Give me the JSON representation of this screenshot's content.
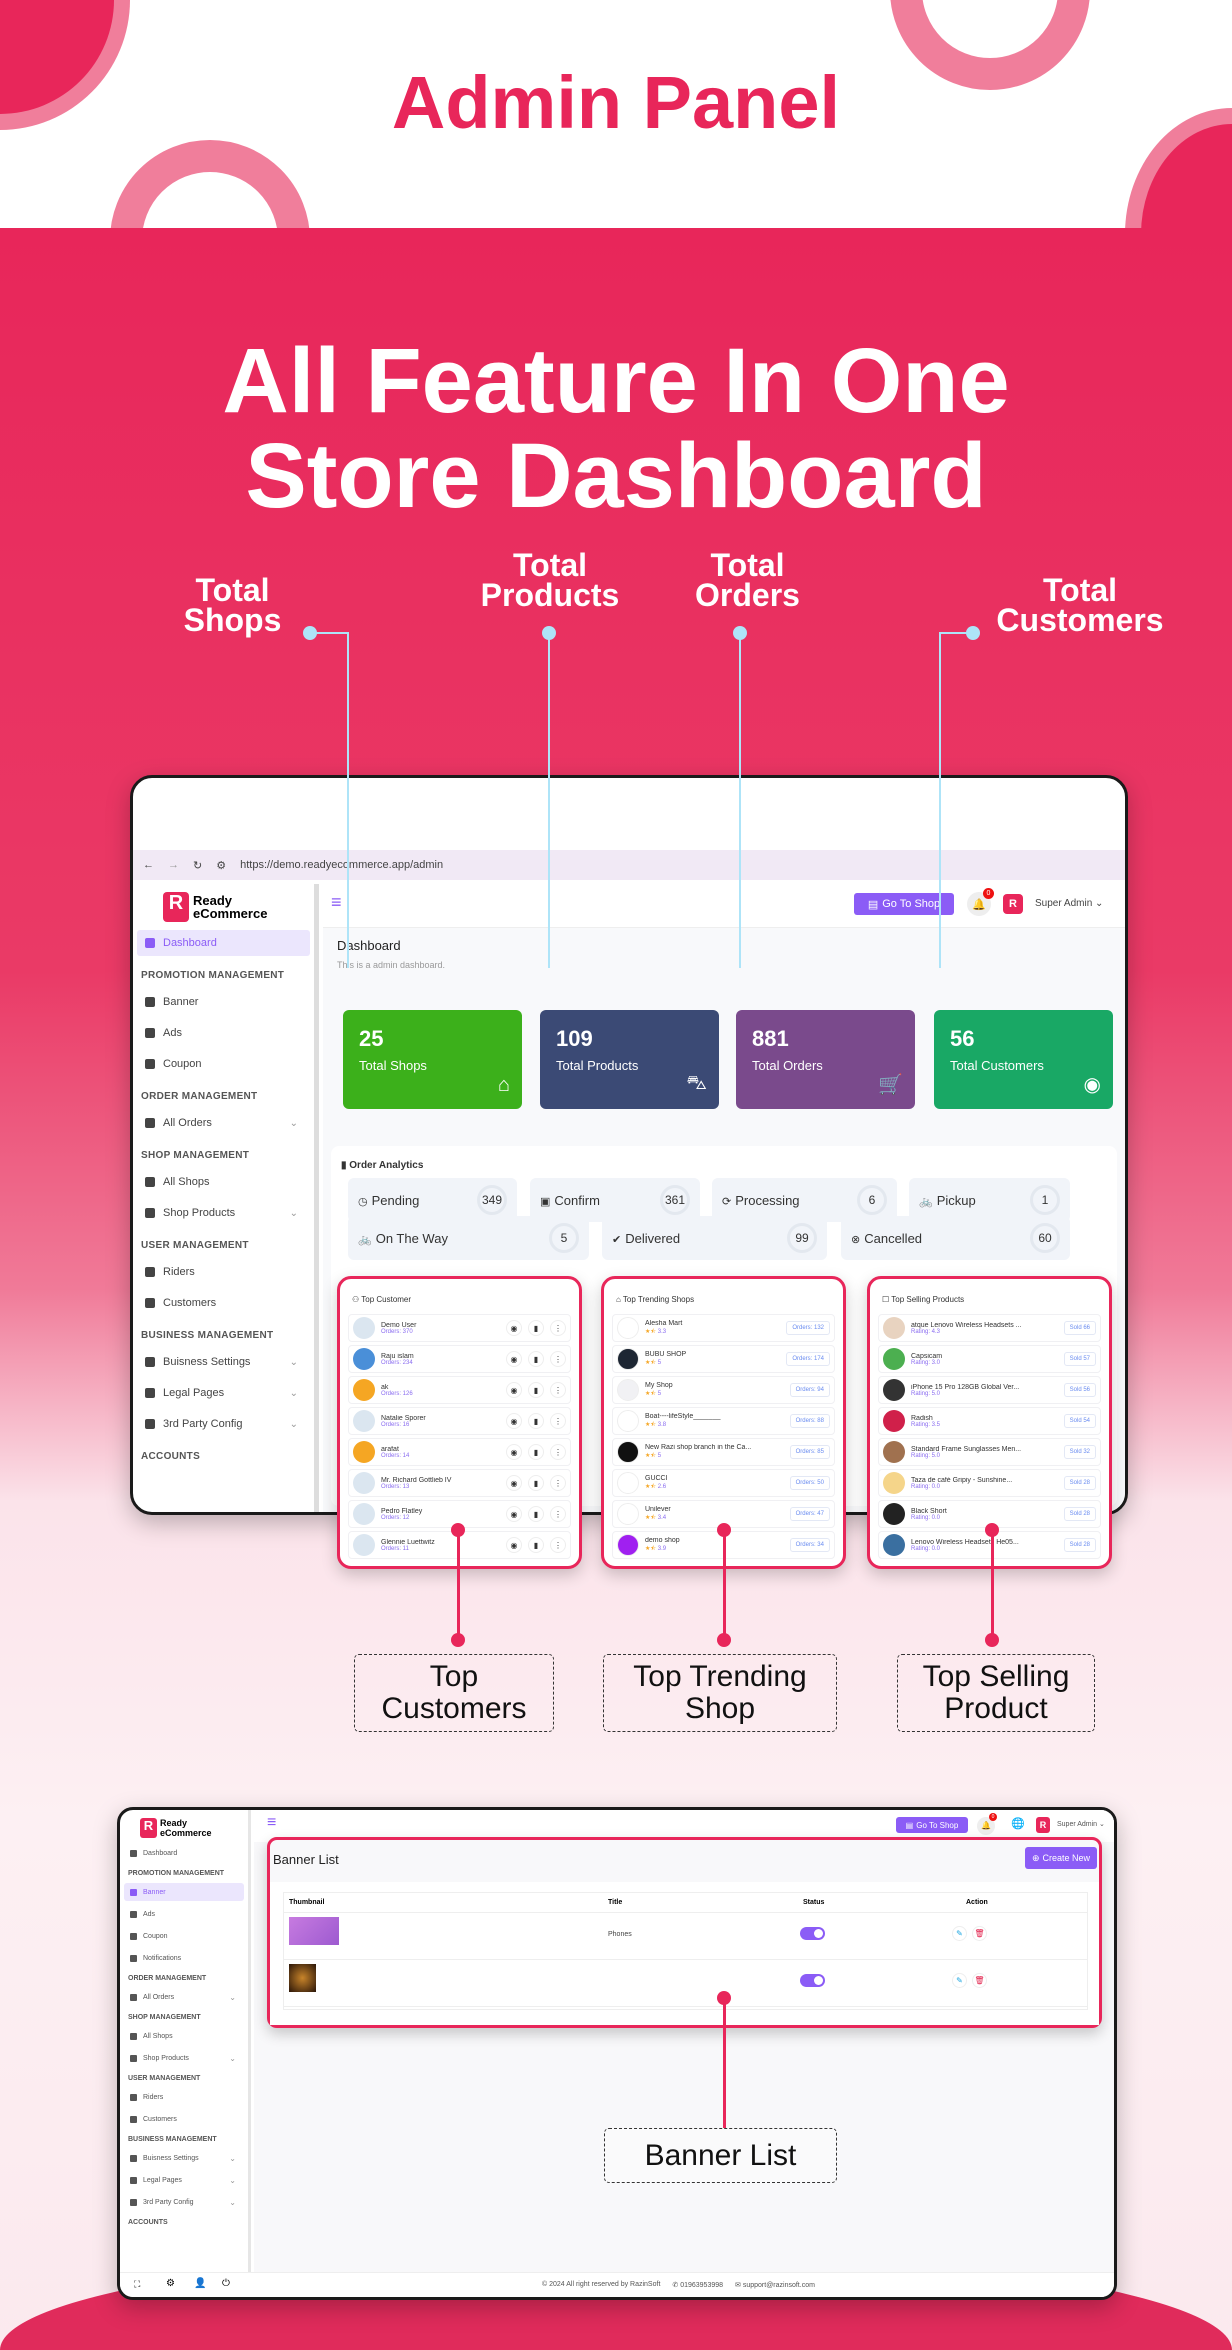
{
  "poster": {
    "heading": "Admin Panel",
    "hero_line1": "All Feature In One",
    "hero_line2": "Store Dashboard",
    "callouts": {
      "shops": [
        "Total",
        "Shops"
      ],
      "products": [
        "Total",
        "Products"
      ],
      "orders": [
        "Total",
        "Orders"
      ],
      "customers": [
        "Total",
        "Customers"
      ]
    },
    "labels": {
      "top_customers": [
        "Top",
        "Customers"
      ],
      "top_trending": [
        "Top Trending",
        "Shop"
      ],
      "top_selling": [
        "Top Selling",
        "Product"
      ],
      "banner_list": "Banner List"
    },
    "colors": {
      "brand": "#e8265a",
      "accent": "#8b5cf6"
    }
  },
  "browser": {
    "url": "https://demo.readyecommerce.app/admin"
  },
  "brand": {
    "line1": "Ready",
    "line2": "eCommerce"
  },
  "header": {
    "go_to_shop": "Go To Shop",
    "notif_count": "0",
    "user": "Super Admin"
  },
  "sidebar": [
    {
      "type": "item",
      "label": "Dashboard",
      "active": true,
      "icon": "home-icon"
    },
    {
      "type": "head",
      "label": "PROMOTION MANAGEMENT"
    },
    {
      "type": "item",
      "label": "Banner",
      "icon": "image-icon"
    },
    {
      "type": "item",
      "label": "Ads",
      "icon": "ads-icon"
    },
    {
      "type": "item",
      "label": "Coupon",
      "icon": "ticket-icon"
    },
    {
      "type": "head",
      "label": "ORDER MANAGEMENT"
    },
    {
      "type": "item",
      "label": "All Orders",
      "icon": "cart-icon",
      "chev": true
    },
    {
      "type": "head",
      "label": "SHOP MANAGEMENT"
    },
    {
      "type": "item",
      "label": "All Shops",
      "icon": "store-icon"
    },
    {
      "type": "item",
      "label": "Shop Products",
      "icon": "basket-icon",
      "chev": true
    },
    {
      "type": "head",
      "label": "USER MANAGEMENT"
    },
    {
      "type": "item",
      "label": "Riders",
      "icon": "bike-icon"
    },
    {
      "type": "item",
      "label": "Customers",
      "icon": "user-icon"
    },
    {
      "type": "head",
      "label": "BUSINESS MANAGEMENT"
    },
    {
      "type": "item",
      "label": "Buisness Settings",
      "icon": "gear-icon",
      "chev": true
    },
    {
      "type": "item",
      "label": "Legal Pages",
      "icon": "bookmark-icon",
      "chev": true
    },
    {
      "type": "item",
      "label": "3rd Party Config",
      "icon": "config-icon",
      "chev": true
    },
    {
      "type": "head",
      "label": "ACCOUNTS"
    }
  ],
  "dashboard": {
    "title": "Dashboard",
    "subtitle": "This is a admin dashboard.",
    "stats": [
      {
        "value": "25",
        "label": "Total Shops",
        "color": "#3cb01b",
        "icon": "store-icon"
      },
      {
        "value": "109",
        "label": "Total Products",
        "color": "#3b4a75",
        "icon": "basket-icon"
      },
      {
        "value": "881",
        "label": "Total Orders",
        "color": "#7a4a8c",
        "icon": "cart-check-icon"
      },
      {
        "value": "56",
        "label": "Total Customers",
        "color": "#19a865",
        "icon": "user-circle-icon"
      }
    ],
    "analytics_title": "Order Analytics",
    "statuses": [
      {
        "label": "Pending",
        "count": "349",
        "icon": "clock-icon"
      },
      {
        "label": "Confirm",
        "count": "361",
        "icon": "bag-check-icon"
      },
      {
        "label": "Processing",
        "count": "6",
        "icon": "refresh-icon"
      },
      {
        "label": "Pickup",
        "count": "1",
        "icon": "bike-icon"
      },
      {
        "label": "On The Way",
        "count": "5",
        "icon": "bike-icon"
      },
      {
        "label": "Delivered",
        "count": "99",
        "icon": "check-badge-icon"
      },
      {
        "label": "Cancelled",
        "count": "60",
        "icon": "x-circle-icon"
      }
    ]
  },
  "top_customers": {
    "title": "Top Customer",
    "rows": [
      {
        "name": "Demo User",
        "orders": "Orders: 370"
      },
      {
        "name": "Raju islam",
        "orders": "Orders: 234"
      },
      {
        "name": "ak",
        "orders": "Orders: 126"
      },
      {
        "name": "Natalie Sporer",
        "orders": "Orders: 16"
      },
      {
        "name": "arafat",
        "orders": "Orders: 14"
      },
      {
        "name": "Mr. Richard Gottlieb IV",
        "orders": "Orders: 13"
      },
      {
        "name": "Pedro Flatley",
        "orders": "Orders: 12"
      },
      {
        "name": "Glennie Luettwitz",
        "orders": "Orders: 11"
      }
    ]
  },
  "top_shops": {
    "title": "Top Trending Shops",
    "rows": [
      {
        "name": "Alesha Mart",
        "rating": "3.3",
        "orders": "Orders: 132"
      },
      {
        "name": "BUBU SHOP",
        "rating": "5",
        "orders": "Orders: 174"
      },
      {
        "name": "My Shop",
        "rating": "5",
        "orders": "Orders: 94"
      },
      {
        "name": "Boat----lifeStyle_______",
        "rating": "3.8",
        "orders": "Orders: 88"
      },
      {
        "name": "New Razi shop branch in the Ca...",
        "rating": "5",
        "orders": "Orders: 85"
      },
      {
        "name": "GUCCI",
        "rating": "2.6",
        "orders": "Orders: 50"
      },
      {
        "name": "Unilever",
        "rating": "3.4",
        "orders": "Orders: 47"
      },
      {
        "name": "demo shop",
        "rating": "3.9",
        "orders": "Orders: 34"
      }
    ]
  },
  "top_products": {
    "title": "Top Selling Products",
    "rows": [
      {
        "name": "atque Lenovo Wireless Headsets ...",
        "rating": "Rating: 4.3",
        "sold": "Sold 66"
      },
      {
        "name": "Capsicam",
        "rating": "Rating: 3.0",
        "sold": "Sold 57"
      },
      {
        "name": "iPhone 15 Pro 128GB Global Ver...",
        "rating": "Rating: 5.0",
        "sold": "Sold 56"
      },
      {
        "name": "Radish",
        "rating": "Rating: 3.5",
        "sold": "Sold 54"
      },
      {
        "name": "Standard Frame Sunglasses Men...",
        "rating": "Rating: 5.0",
        "sold": "Sold 32"
      },
      {
        "name": "Taza de café Gripiy - Sunshine...",
        "rating": "Rating: 0.0",
        "sold": "Sold 28"
      },
      {
        "name": "Black Short",
        "rating": "Rating: 0.0",
        "sold": "Sold 28"
      },
      {
        "name": "Lenovo Wireless Headsets He05...",
        "rating": "Rating: 0.0",
        "sold": "Sold 28"
      }
    ]
  },
  "sidebar2": [
    {
      "type": "item",
      "label": "Dashboard"
    },
    {
      "type": "head",
      "label": "PROMOTION MANAGEMENT"
    },
    {
      "type": "item",
      "label": "Banner",
      "active": true
    },
    {
      "type": "item",
      "label": "Ads"
    },
    {
      "type": "item",
      "label": "Coupon"
    },
    {
      "type": "item",
      "label": "Notifications"
    },
    {
      "type": "head",
      "label": "ORDER MANAGEMENT"
    },
    {
      "type": "item",
      "label": "All Orders",
      "chev": true
    },
    {
      "type": "head",
      "label": "SHOP MANAGEMENT"
    },
    {
      "type": "item",
      "label": "All Shops"
    },
    {
      "type": "item",
      "label": "Shop Products",
      "chev": true
    },
    {
      "type": "head",
      "label": "USER MANAGEMENT"
    },
    {
      "type": "item",
      "label": "Riders"
    },
    {
      "type": "item",
      "label": "Customers"
    },
    {
      "type": "head",
      "label": "BUSINESS MANAGEMENT"
    },
    {
      "type": "item",
      "label": "Buisness Settings",
      "chev": true
    },
    {
      "type": "item",
      "label": "Legal Pages",
      "chev": true
    },
    {
      "type": "item",
      "label": "3rd Party Config",
      "chev": true
    },
    {
      "type": "head",
      "label": "ACCOUNTS"
    }
  ],
  "banner_page": {
    "title": "Banner List",
    "create": "Create New",
    "columns": [
      "Thumbnail",
      "Title",
      "Status",
      "Action"
    ],
    "rows": [
      {
        "title": "Phones",
        "status": true
      },
      {
        "title": "",
        "status": true
      }
    ]
  },
  "footer": {
    "copyright": "© 2024 All right reserved by RazinSoft",
    "phone": "01963953998",
    "email": "support@razinsoft.com"
  }
}
